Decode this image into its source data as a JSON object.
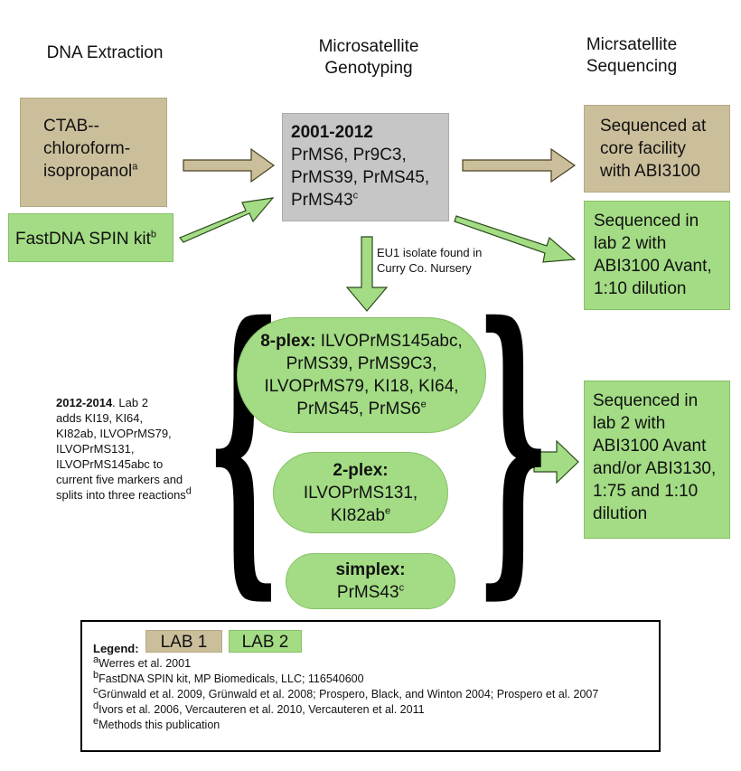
{
  "headers": {
    "col1": "DNA Extraction",
    "col2_line1": "Microsatellite",
    "col2_line2": "Genotyping",
    "col3_line1": "Micrsatellite",
    "col3_line2": "Sequencing"
  },
  "boxes": {
    "ctab": {
      "line1": "CTAB--",
      "line2": "chloroform-",
      "line3": "isopropanol",
      "sup": "a"
    },
    "fastdna": {
      "text": "FastDNA SPIN kit",
      "sup": "b"
    },
    "genotyping": {
      "title": "2001-2012",
      "line1": "PrMS6, Pr9C3,",
      "line2": "PrMS39, PrMS45,",
      "line3": "PrMS43",
      "sup": "c"
    },
    "seq_core": {
      "line1": "Sequenced at",
      "line2": "core facility",
      "line3": "with ABI3100"
    },
    "seq_lab2": {
      "line1": "Sequenced in",
      "line2": "lab 2 with",
      "line3": "ABI3100 Avant,",
      "line4": "1:10 dilution"
    },
    "seq_lab2_b": {
      "line1": "Sequenced in",
      "line2": "lab 2 with",
      "line3": "ABI3100 Avant",
      "line4": "and/or ABI3130,",
      "line5": "1:75 and 1:10",
      "line6": "dilution"
    }
  },
  "eu1_note": {
    "line1": "EU1 isolate found in",
    "line2": "Curry Co. Nursery"
  },
  "pills": {
    "eightplex": {
      "bold": "8-plex:",
      "line1": " ILVOPrMS145abc,",
      "line2": "PrMS39, PrMS9C3,",
      "line3": "ILVOPrMS79, KI18, KI64,",
      "line4": "PrMS45, PrMS6",
      "sup": "e"
    },
    "twoplex": {
      "bold": "2-plex:",
      "line1": "ILVOPrMS131,",
      "line2": "KI82ab",
      "sup": "e"
    },
    "simplex": {
      "bold": "simplex:",
      "line1": "PrMS43",
      "sup": "c"
    }
  },
  "side_note": {
    "bold": "2012-2014",
    "line1": ". Lab 2",
    "line2": "adds KI19, KI64,",
    "line3": "KI82ab, ILVOPrMS79,",
    "line4": "ILVOPrMS131,",
    "line5": "ILVOPrMS145abc to",
    "line6": "current five markers and",
    "line7": "splits into three reactions",
    "sup": "d"
  },
  "legend": {
    "title": "Legend:",
    "lab1": "LAB 1",
    "lab2": "LAB 2",
    "refs": [
      {
        "mark": "a",
        "text": "Werres et al. 2001"
      },
      {
        "mark": "b",
        "text": "FastDNA SPIN kit, MP Biomedicals, LLC; 116540600"
      },
      {
        "mark": "c",
        "text": "Grünwald et al. 2009, Grünwald et al. 2008; Prospero, Black, and Winton 2004; Prospero et al. 2007"
      },
      {
        "mark": "d",
        "text": "Ivors et al. 2006, Vercauteren et al. 2010, Vercauteren et al. 2011"
      },
      {
        "mark": "e",
        "text": "Methods this publication"
      }
    ]
  },
  "colors": {
    "lab1": "#cbbf9b",
    "lab2": "#a3dc84",
    "genotyping": "#c6c6c6"
  }
}
